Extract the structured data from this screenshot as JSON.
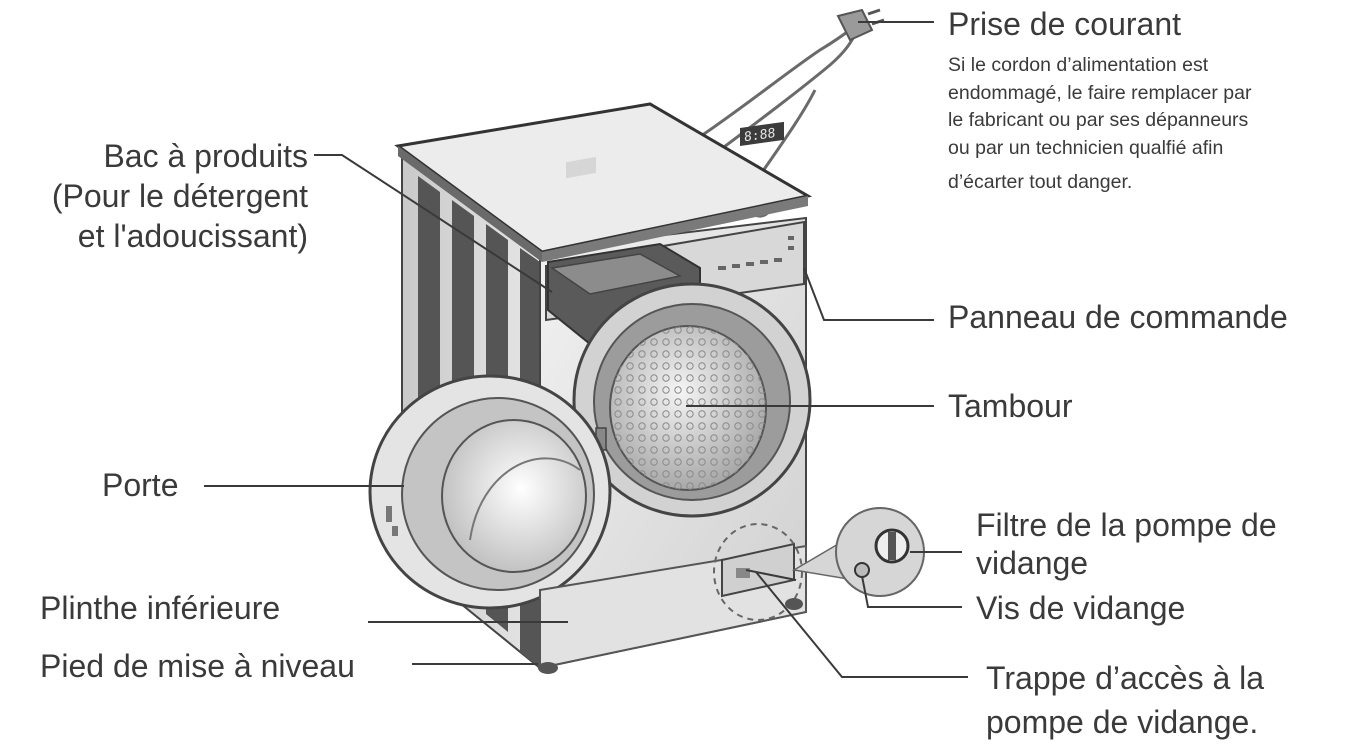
{
  "labels": {
    "bac": [
      "Bac à produits",
      "(Pour le détergent",
      "et l'adoucissant)"
    ],
    "porte": "Porte",
    "plinthe": "Plinthe inférieure",
    "pied": "Pied de mise à niveau",
    "prise": "Prise de courant",
    "prise_note": [
      "Si le cordon d’alimentation est",
      "endommagé, le faire remplacer par",
      "le fabricant ou par ses dépanneurs",
      "ou par un technicien qualfié afin",
      "d’écarter tout danger."
    ],
    "panneau": "Panneau de commande",
    "tambour": "Tambour",
    "filtre": [
      "Filtre de la pompe de",
      "vidange"
    ],
    "vis": "Vis de vidange",
    "trappe": [
      "Trappe d’accès à la",
      "pompe de vidange."
    ]
  },
  "display": {
    "readout": "8:88"
  },
  "colors": {
    "text": "#3a3a3a",
    "body_panel": "#d4d4d4",
    "body_dark": "#545454",
    "drum": "#bfbfbf"
  }
}
